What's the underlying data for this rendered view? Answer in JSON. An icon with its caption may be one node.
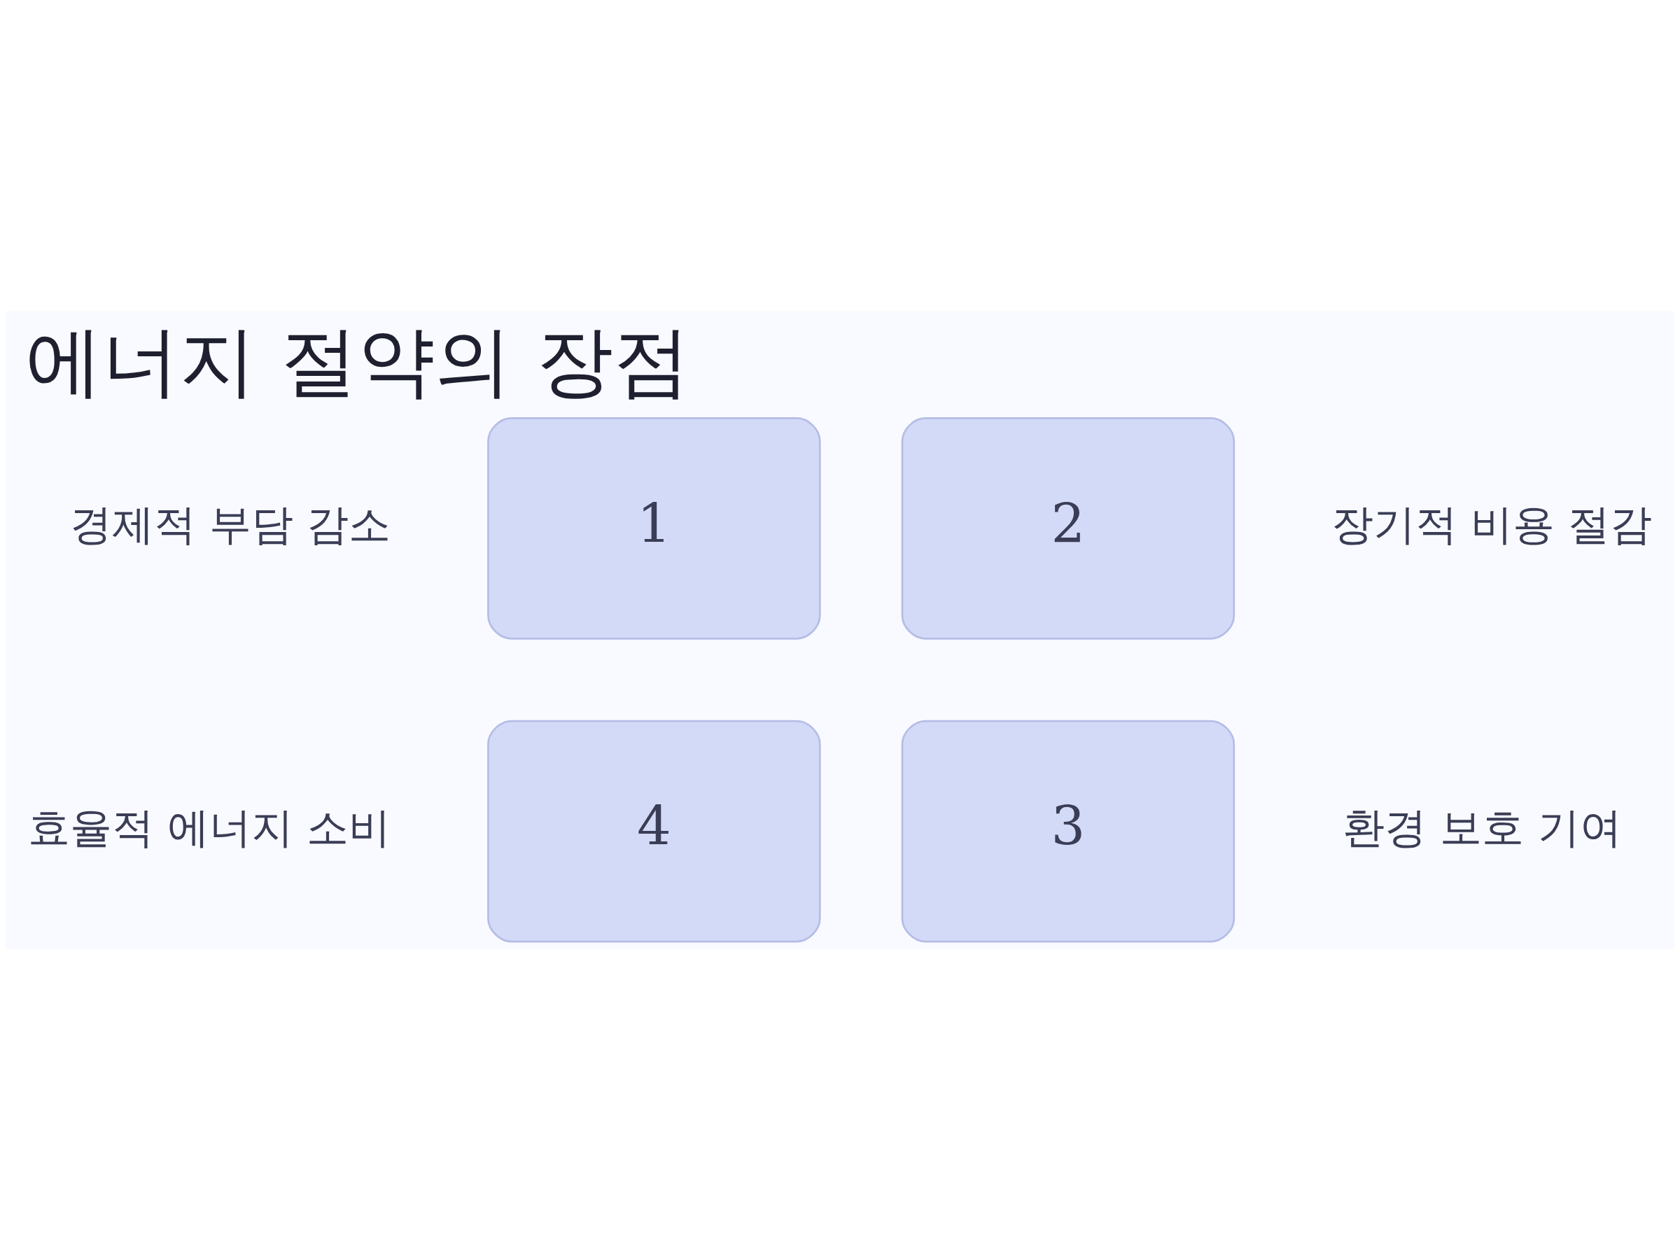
{
  "diagram": {
    "title": "에너지 절약의 장점",
    "nodes": [
      {
        "text": [
          "1"
        ],
        "beside": [
          "경제적 부담 감소"
        ]
      },
      {
        "text": [
          "2"
        ],
        "beside": [
          "장기적 비용 절감"
        ]
      },
      {
        "text": [
          "3"
        ],
        "beside": [
          "환경 보호 기여"
        ]
      },
      {
        "text": [
          "4"
        ],
        "beside": [
          "효율적 에너지 소비"
        ]
      }
    ]
  }
}
